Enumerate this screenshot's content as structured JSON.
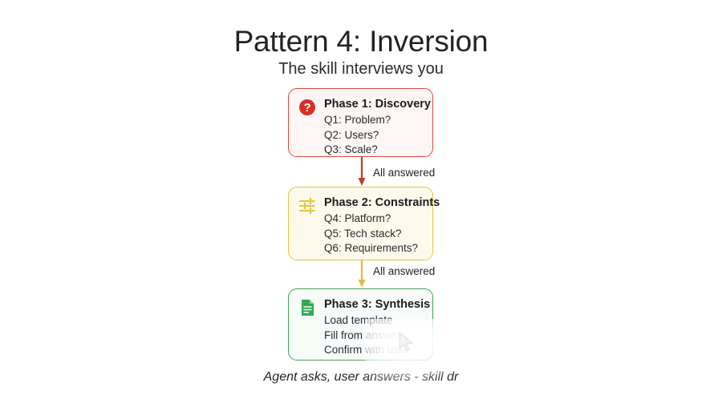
{
  "header": {
    "title": "Pattern 4: Inversion",
    "subtitle": "The skill interviews you"
  },
  "colors": {
    "background": "#ffffff",
    "phase1_border": "#d94a3d",
    "phase1_fill": "#fdf6f5",
    "phase1_icon": "#d93025",
    "phase2_border": "#e2c53f",
    "phase2_fill": "#fdfaec",
    "phase2_icon": "#e2c53f",
    "phase3_border": "#44a25a",
    "phase3_fill": "#f7fcf8",
    "phase3_icon": "#34a853",
    "text": "#232323"
  },
  "flow": {
    "phases": [
      {
        "id": "discovery",
        "icon": "question-mark-circle-icon",
        "heading": "Phase 1: Discovery",
        "lines": [
          "Q1: Problem?",
          "Q2: Users?",
          "Q3: Scale?"
        ]
      },
      {
        "id": "constraints",
        "icon": "tune-sliders-icon",
        "heading": "Phase 2: Constraints",
        "lines": [
          "Q4: Platform?",
          "Q5: Tech stack?",
          "Q6: Requirements?"
        ]
      },
      {
        "id": "synthesis",
        "icon": "document-icon",
        "heading": "Phase 3: Synthesis",
        "lines": [
          "Load template",
          "Fill from answers",
          "Confirm with user"
        ]
      }
    ],
    "connectors": [
      {
        "id": "discovery-to-constraints",
        "label": "All answered",
        "color": "#c0392b"
      },
      {
        "id": "constraints-to-synthesis",
        "label": "All answered",
        "color": "#e2b93a"
      }
    ]
  },
  "caption": {
    "text": "Agent asks, user answers - skill dr"
  }
}
